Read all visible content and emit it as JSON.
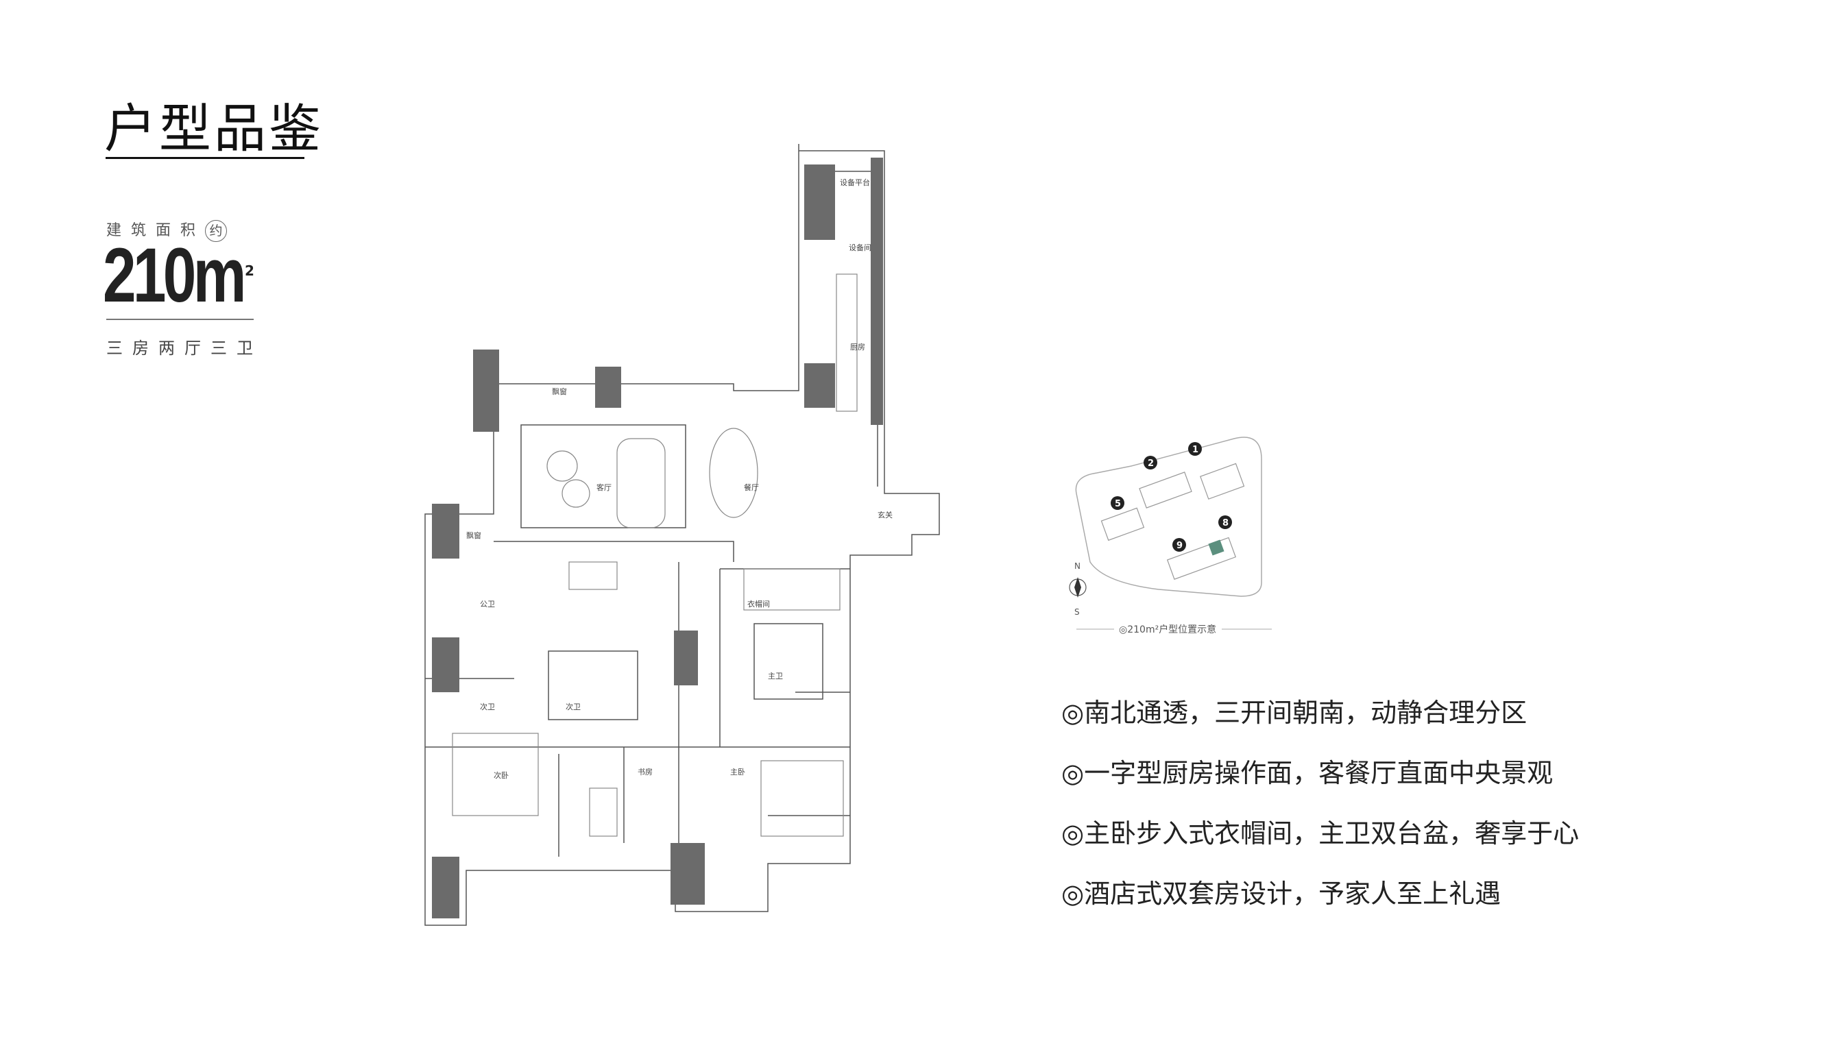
{
  "header": {
    "title": "户型品鉴"
  },
  "summary": {
    "area_label": "建筑面积",
    "area_circle_char": "约",
    "area_value": "210m",
    "area_unit_sup": "2",
    "layout": "三房两厅三卫"
  },
  "floorplan": {
    "rooms": {
      "equipment_platform": "设备平台",
      "equipment_room": "设备间",
      "kitchen": "厨房",
      "bay_window_top": "飘窗",
      "living": "客厅",
      "dining": "餐厅",
      "foyer": "玄关",
      "bay_window_left": "飘窗",
      "public_bath": "公卫",
      "cloakroom": "衣帽间",
      "master_bath": "主卫",
      "second_bath_left": "次卫",
      "second_bath_mid": "次卫",
      "second_bedroom": "次卧",
      "study": "书房",
      "master_bedroom": "主卧"
    }
  },
  "site_plan": {
    "compass_n": "N",
    "compass_s": "S",
    "buildings": [
      "1",
      "2",
      "5",
      "8",
      "9"
    ],
    "caption": "◎210m²户型位置示意",
    "highlight_color": "#5b8f7e"
  },
  "features": [
    "◎南北通透，三开间朝南，动静合理分区",
    "◎一字型厨房操作面，客餐厅直面中央景观",
    "◎主卧步入式衣帽间，主卫双台盆，奢享于心",
    "◎酒店式双套房设计，予家人至上礼遇"
  ]
}
